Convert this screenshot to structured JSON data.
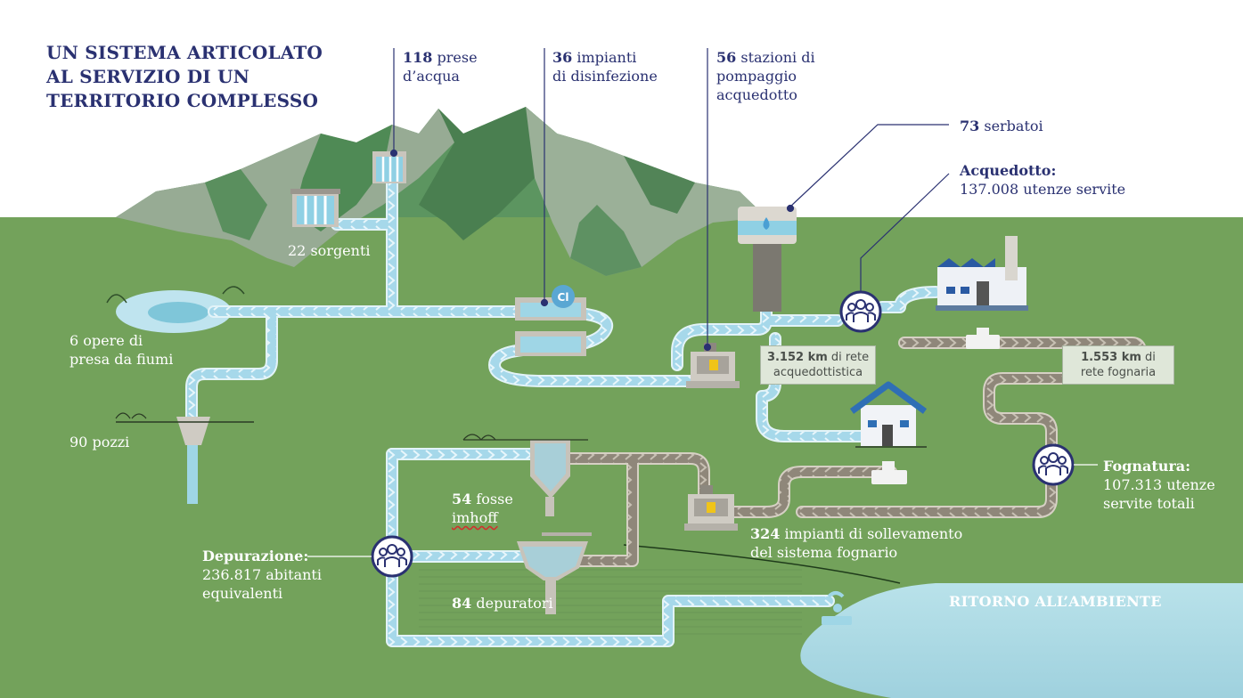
{
  "title": {
    "line1": "UN SISTEMA ARTICOLATO",
    "line2": "AL SERVIZIO DI UN",
    "line3": "TERRITORIO COMPLESSO"
  },
  "labels": {
    "prese": {
      "num": "118",
      "line1": " prese",
      "line2": "d’acqua"
    },
    "disinfezione": {
      "num": "36",
      "line1": " impianti",
      "line2": "di disinfezione"
    },
    "pompaggio": {
      "num": "56",
      "line1": " stazioni di",
      "line2": "pompaggio",
      "line3": "acquedotto"
    },
    "serbatoi": {
      "num": "73",
      "text": " serbatoi"
    },
    "acquedotto": {
      "head": "Acquedotto:",
      "text": "137.008 utenze servite"
    },
    "sorgenti": {
      "text": "22 sorgenti"
    },
    "opere": {
      "line1": "6 opere di",
      "line2": "presa da fiumi"
    },
    "pozzi": {
      "text": "90 pozzi"
    },
    "rete_acquedotto": {
      "num": "3.152 km",
      "line1": " di rete",
      "line2": "acquedottistica"
    },
    "rete_fognaria": {
      "num": "1.553 km",
      "line1": " di",
      "line2": "rete fognaria"
    },
    "fognatura": {
      "head": "Fognatura:",
      "line1": "107.313 utenze",
      "line2": "servite totali"
    },
    "fosse": {
      "num": "54",
      "line1": " fosse",
      "line2": "imhoff"
    },
    "sollevamento": {
      "num": "324",
      "line1": " impianti di sollevamento",
      "line2": "del sistema fognario"
    },
    "depurazione": {
      "head": "Depurazione:",
      "line1": "236.817 abitanti",
      "line2": "equivalenti"
    },
    "depuratori": {
      "num": "84",
      "text": " depuratori"
    },
    "ritorno": {
      "text": "RITORNO ALL’AMBIENTE"
    }
  },
  "icons": {
    "chlorine_symbol": "Cl"
  },
  "colors": {
    "sky": "#ffffff",
    "ground": "#73a25b",
    "mountain_dark": "#4f8a5a",
    "mountain_light": "#8fa98d",
    "water_pipe": "#9fd4e6",
    "water_pipe_edge": "#d9f0f7",
    "sewer_pipe": "#8a8275",
    "sewer_pipe_edge": "#c9c3b7",
    "title_text": "#2a3171",
    "icon_circle": "#2a3171",
    "sea": "#a9d8e3",
    "label_box": "#dfe7d9"
  }
}
